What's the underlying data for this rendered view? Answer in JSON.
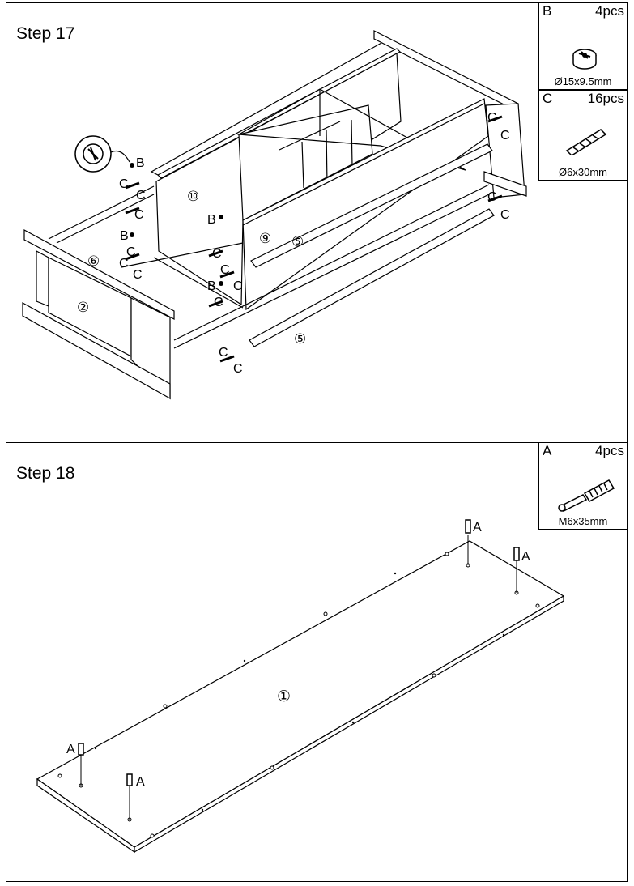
{
  "step17": {
    "title": "Step 17"
  },
  "step18": {
    "title": "Step 18"
  },
  "hardware": {
    "B": {
      "letter": "B",
      "qty": "4pcs",
      "size": "Ø15x9.5mm"
    },
    "C": {
      "letter": "C",
      "qty": "16pcs",
      "size": "Ø6x30mm"
    },
    "A": {
      "letter": "A",
      "qty": "4pcs",
      "size": "M6x35mm"
    }
  },
  "parts": {
    "p1": "①",
    "p2": "②",
    "p5": "⑤",
    "p6": "⑥",
    "p9": "⑨",
    "p10": "⑩"
  },
  "labels": {
    "A": "A",
    "B": "B",
    "C": "C"
  }
}
